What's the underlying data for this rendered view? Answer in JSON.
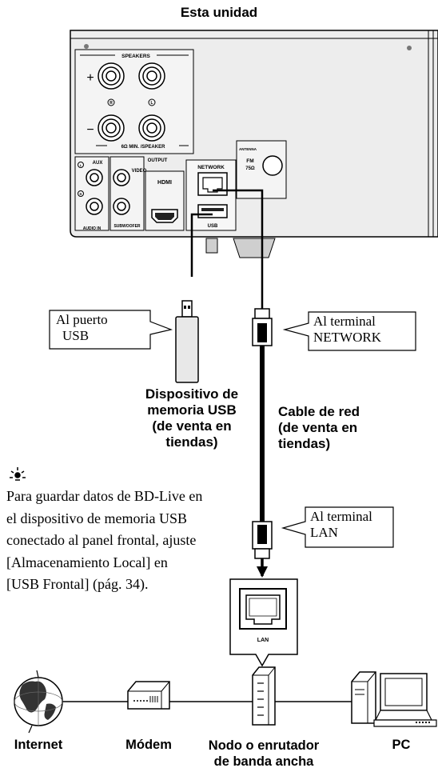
{
  "title": "Esta unidad",
  "panel": {
    "speakers": "SPEAKERS",
    "plus": "+",
    "minus": "−",
    "r_mark": "R",
    "l_mark": "L",
    "speaker_impedance": "6Ω MIN. /SPEAKER",
    "aux": "AUX",
    "audio_in": "AUDIO IN",
    "output": "OUTPUT",
    "video": "VIDEO",
    "subwoofer": "SUBWOOFER",
    "hdmi": "HDMI",
    "network": "NETWORK",
    "usb": "USB",
    "antenna": "ANTENNA",
    "fm": "FM",
    "fm_ohm": "75Ω"
  },
  "callouts": {
    "usb_port": [
      "Al puerto",
      "USB"
    ],
    "network_terminal": [
      "Al terminal",
      "NETWORK"
    ],
    "lan_terminal": [
      "Al terminal",
      "LAN"
    ]
  },
  "captions": {
    "usb_device": [
      "Dispositivo de",
      "memoria USB",
      "(de venta en",
      "tiendas)"
    ],
    "network_cable": [
      "Cable de red",
      "(de venta en",
      "tiendas)"
    ]
  },
  "tip": {
    "icon": "lightbulb-tip-icon",
    "lines": [
      "Para guardar datos de BD-Live en",
      "el dispositivo de memoria USB",
      "conectado al panel frontal, ajuste",
      "[Almacenamiento Local] en",
      "[USB Frontal] (pág. 34)."
    ]
  },
  "router_port_label": "LAN",
  "bottom_labels": {
    "internet": "Internet",
    "modem": "Módem",
    "router": [
      "Nodo o enrutador",
      "de banda ancha"
    ],
    "pc": "PC"
  }
}
